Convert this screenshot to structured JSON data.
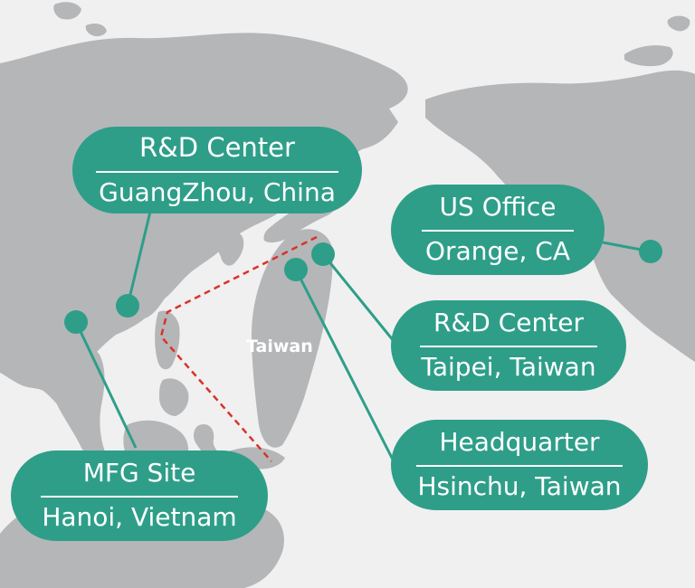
{
  "theme": {
    "land": "#b5b6b8",
    "ocean": "#f0f0f0",
    "accent": "#2e9e89",
    "route": "#d9332b"
  },
  "region_label": "Taiwan",
  "locations": [
    {
      "id": "rd-guangzhou",
      "title": "R&D Center",
      "subtitle": "GuangZhou, China"
    },
    {
      "id": "us-office",
      "title": "US Office",
      "subtitle": "Orange, CA"
    },
    {
      "id": "rd-taipei",
      "title": "R&D Center",
      "subtitle": "Taipei, Taiwan"
    },
    {
      "id": "headquarter",
      "title": "Headquarter",
      "subtitle": "Hsinchu, Taiwan"
    },
    {
      "id": "mfg-hanoi",
      "title": "MFG Site",
      "subtitle": "Hanoi, Vietnam"
    }
  ]
}
